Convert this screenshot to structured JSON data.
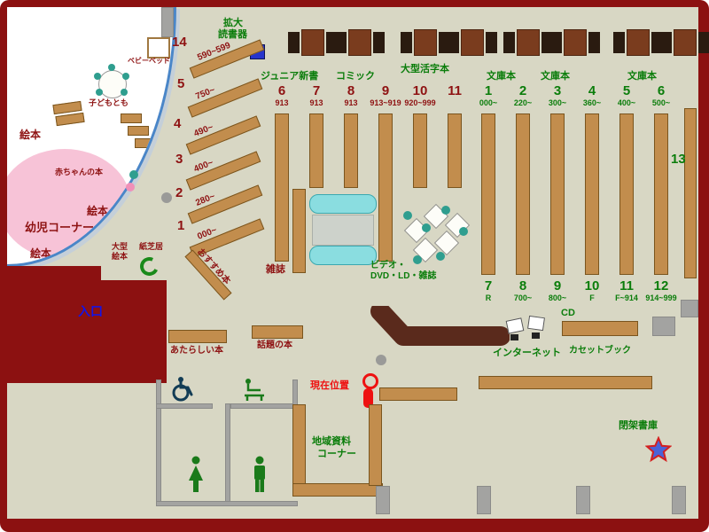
{
  "colors": {
    "frame": "#8c1111",
    "floor": "#d8d7c4",
    "shelf": "#c28d4d",
    "counter": "#5a2a1c",
    "arc_blue": "#4a86c8",
    "pink_area": "#f7c3d7",
    "cyan_bench": "#8adde0",
    "green_text": "#0b7d0b",
    "dark_red_text": "#8e1212",
    "entrance_blue": "#1414e6",
    "marker_red": "#ee1111"
  },
  "icons": {
    "magnifier_device": "blue-square",
    "current_location": "red-ring-and-pill",
    "closed-stacks": "star",
    "toilet_female": "female-pictogram",
    "toilet_male": "male-pictogram",
    "accessible": "wheelchair-pictogram",
    "baby_change": "diaper-station-pictogram",
    "kamishibai_stand": "c-shape"
  },
  "labels": {
    "magnifier1": "拡大",
    "magnifier2": "読書器",
    "baby_bed": "ベビーベッド",
    "kodomo": "子どもとも",
    "ehon": "絵本",
    "akachan": "赤ちゃんの本",
    "youji": "幼児コーナー",
    "ogata1": "大型",
    "ogata2": "絵本",
    "kamishibai": "紙芝居",
    "osusume": "おすすめ本",
    "entrance": "入口",
    "zasshi": "雑誌",
    "video1": "ビデオ・",
    "video2": "DVD・LD・雑誌",
    "cd": "CD",
    "internet": "インターネット",
    "cassette": "カセットブック",
    "atarashii": "あたらしい本",
    "wadai": "話題の本",
    "genzai": "現在位置",
    "chiiki1": "地域資料",
    "chiiki2": "コーナー",
    "heika": "閉架書庫",
    "thirteen": "13"
  },
  "categories": [
    "ジュニア新書",
    "コミック",
    "大型活字本",
    "文庫本",
    "文庫本",
    "文庫本"
  ],
  "diagonal_shelves": [
    {
      "num": "14",
      "range": "590~599"
    },
    {
      "num": "5",
      "range": "750~"
    },
    {
      "num": "4",
      "range": "490~"
    },
    {
      "num": "3",
      "range": "400~"
    },
    {
      "num": "2",
      "range": "280~"
    },
    {
      "num": "1",
      "range": "000~"
    }
  ],
  "top_shelves_red": [
    {
      "num": "6",
      "range": "913"
    },
    {
      "num": "7",
      "range": "913"
    },
    {
      "num": "8",
      "range": "913"
    },
    {
      "num": "9",
      "range": "913~919"
    },
    {
      "num": "10",
      "range": "920~999"
    },
    {
      "num": "11",
      "range": ""
    }
  ],
  "top_shelves_green": [
    {
      "num": "1",
      "range": "000~"
    },
    {
      "num": "2",
      "range": "220~"
    },
    {
      "num": "3",
      "range": "300~"
    },
    {
      "num": "4",
      "range": "360~"
    },
    {
      "num": "5",
      "range": "400~"
    },
    {
      "num": "6",
      "range": "500~"
    }
  ],
  "bottom_shelves_green": [
    {
      "num": "7",
      "range": "R"
    },
    {
      "num": "8",
      "range": "700~"
    },
    {
      "num": "9",
      "range": "800~"
    },
    {
      "num": "10",
      "range": "F"
    },
    {
      "num": "11",
      "range": "F~914"
    },
    {
      "num": "12",
      "range": "914~999"
    }
  ]
}
